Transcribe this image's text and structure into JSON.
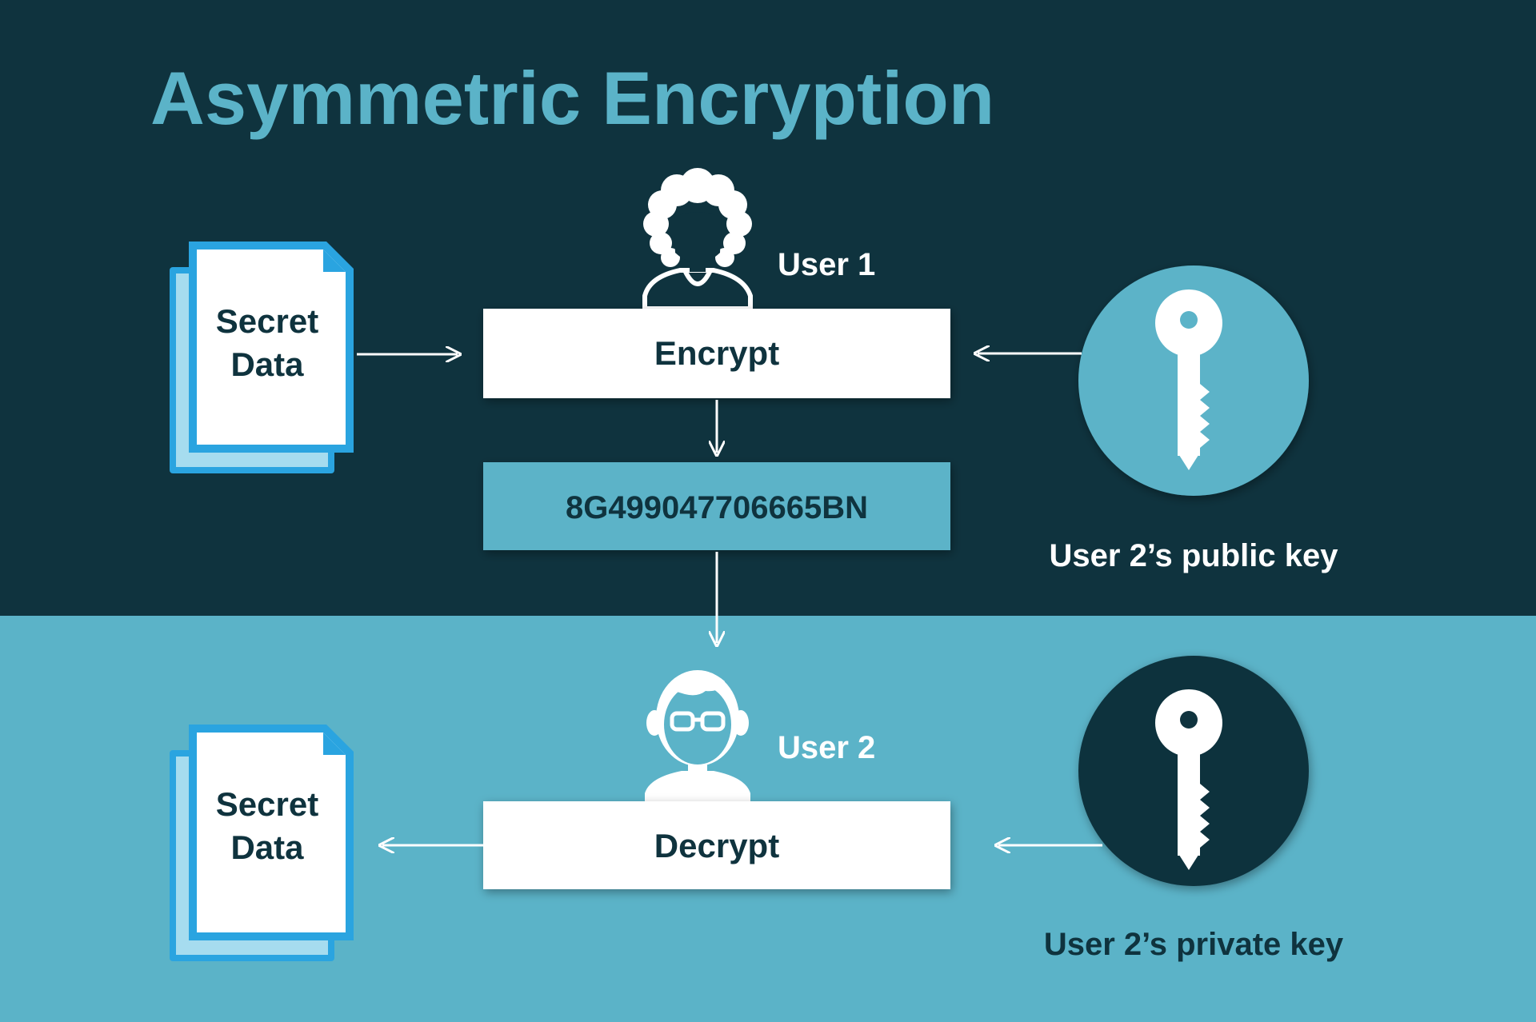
{
  "title": "Asymmetric Encryption",
  "colors": {
    "dark_bg": "#0f333e",
    "light_bg": "#5bb3c8",
    "title": "#5bb3c8",
    "doc_blue": "#2aa4e0",
    "doc_light": "#a6dcef",
    "box_white": "#ffffff",
    "cipher_fill": "#5bb3c8",
    "text_dark": "#0f333e",
    "arrow": "#ffffff"
  },
  "top": {
    "document_label_line1": "Secret",
    "document_label_line2": "Data",
    "user_label": "User 1",
    "process_label": "Encrypt",
    "ciphertext": "8G499047706665BN",
    "key_label": "User 2’s public key"
  },
  "bottom": {
    "document_label_line1": "Secret",
    "document_label_line2": "Data",
    "user_label": "User 2",
    "process_label": "Decrypt",
    "key_label": "User 2’s private key"
  },
  "icons": {
    "user1": "person-curly-hair-icon",
    "user2": "person-glasses-icon",
    "public_key": "key-icon",
    "private_key": "key-icon",
    "document": "document-stack-icon"
  }
}
